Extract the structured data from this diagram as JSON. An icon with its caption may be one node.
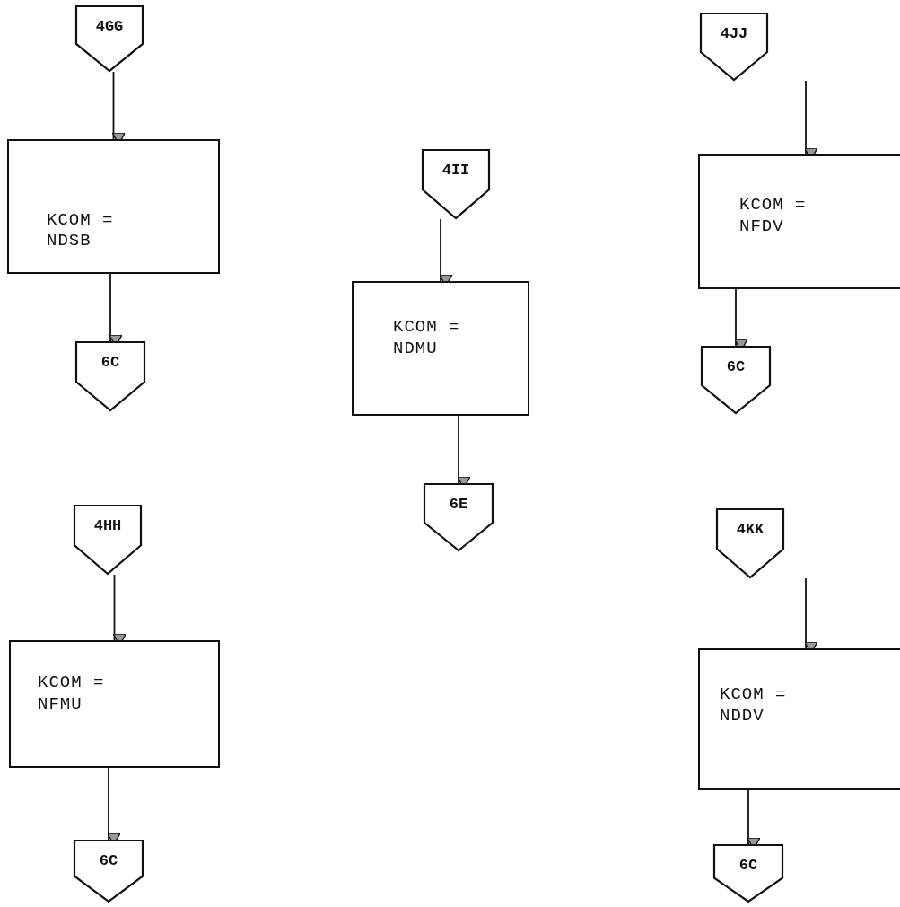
{
  "diagram": {
    "nodes": [
      {
        "text": [
          "4GG"
        ]
      },
      {
        "text": [
          "KCOM = NDSB"
        ]
      },
      {
        "text": [
          "6C"
        ]
      },
      {
        "text": [
          "4II"
        ]
      },
      {
        "text": [
          "KCOM = NDMU"
        ]
      },
      {
        "text": [
          "6E"
        ]
      },
      {
        "text": [
          "4JJ"
        ]
      },
      {
        "text": [
          "KCOM = NFDV"
        ]
      },
      {
        "text": [
          "6C"
        ]
      },
      {
        "text": [
          "4HH"
        ]
      },
      {
        "text": [
          "KCOM = NFMU"
        ]
      },
      {
        "text": [
          "6C"
        ]
      },
      {
        "text": [
          "4KK"
        ]
      },
      {
        "text": [
          "KCOM = NDDV"
        ]
      },
      {
        "text": [
          "6C"
        ]
      }
    ],
    "edges": [
      {
        "from": 0,
        "to": 1,
        "arrow": "to"
      },
      {
        "from": 1,
        "to": 2,
        "arrow": "to"
      },
      {
        "from": 3,
        "to": 4,
        "arrow": "to"
      },
      {
        "from": 4,
        "to": 5,
        "arrow": "to"
      },
      {
        "from": 6,
        "to": 7,
        "arrow": "to"
      },
      {
        "from": 7,
        "to": 8,
        "arrow": "to"
      },
      {
        "from": 9,
        "to": 10,
        "arrow": "to"
      },
      {
        "from": 10,
        "to": 11,
        "arrow": "to"
      },
      {
        "from": 12,
        "to": 13,
        "arrow": "to"
      },
      {
        "from": 13,
        "to": 14,
        "arrow": "to"
      }
    ]
  }
}
